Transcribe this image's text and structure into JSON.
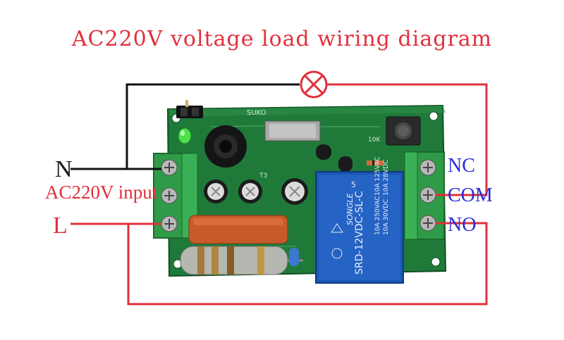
{
  "title": "AC220V voltage load wiring diagram",
  "labels": {
    "neutral": "N",
    "input": "AC220V input",
    "live": "L",
    "nc": "NC",
    "com": "COM",
    "no": "NO"
  },
  "relay": {
    "brand": "SONGLE",
    "model": "SRD-12VDC-SL-C",
    "rating_1": "10A 250VAC",
    "rating_2": "10A 30VDC",
    "rating_3": "10A 125VAC",
    "rating_4": "10A 28VDC",
    "pin_mark": "5"
  },
  "board": {
    "silk_top": "SUKO",
    "silk_key": "10K",
    "silk_t3": "T3"
  },
  "colors": {
    "title": "#e0303c",
    "live_wire": "#e0303c",
    "neutral_wire": "#111111",
    "terminal_labels": "#2b2bd8",
    "pcb": "#1f7a3a",
    "terminal_block": "#2f9a47",
    "relay": "#1d57b3"
  }
}
